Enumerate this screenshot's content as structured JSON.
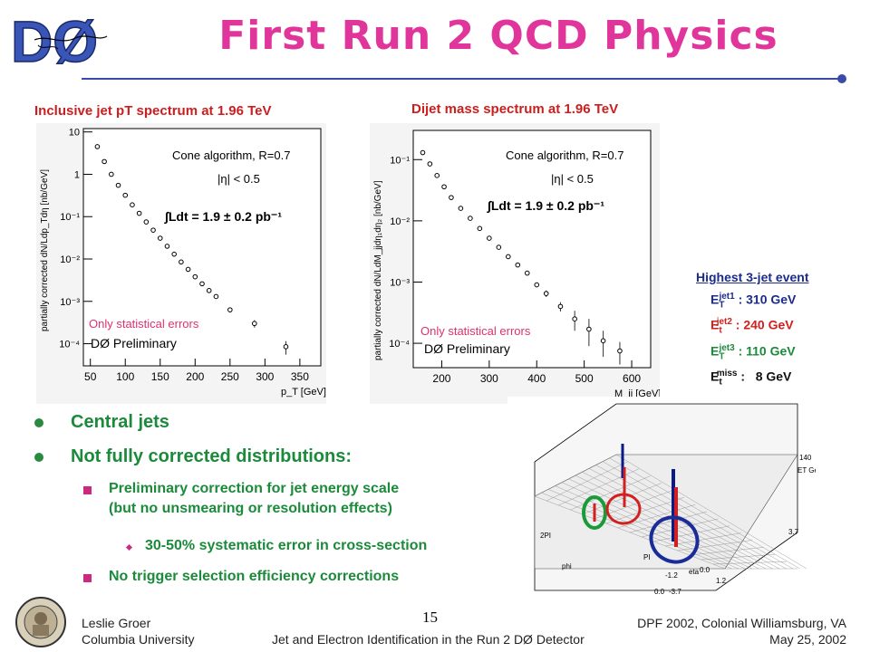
{
  "slide": {
    "title": "First Run 2 QCD Physics",
    "logo_text": "DØ",
    "page_number": "15"
  },
  "plots": [
    {
      "caption": "Inclusive jet pT spectrum at 1.96 TeV",
      "ylabel": "partially corrected  dN/Ldp_Tdη [nb/GeV]",
      "xlabel": "p_T [GeV]",
      "legend": [
        "Cone algorithm, R=0.7",
        "|η| < 0.5"
      ],
      "lumi": "∫Ldt = 1.9 ± 0.2 pb⁻¹",
      "note": "Only statistical errors",
      "preliminary": "DØ Preliminary"
    },
    {
      "caption": "Dijet mass spectrum at 1.96 TeV",
      "ylabel": "partially corrected  dN/LdM_jjdη₁dη₂ [nb/GeV]",
      "xlabel": "M_jj [GeV]",
      "legend": [
        "Cone algorithm, R=0.7",
        "|η| < 0.5"
      ],
      "lumi": "∫Ldt = 1.9 ± 0.2 pb⁻¹",
      "note": "Only statistical errors",
      "preliminary": "DØ Preliminary"
    }
  ],
  "chart_data": [
    {
      "type": "scatter",
      "log_y": true,
      "xlim": [
        40,
        380
      ],
      "ylim": [
        3e-05,
        12
      ],
      "x_ticks": [
        50,
        100,
        150,
        200,
        250,
        300,
        350
      ],
      "y_ticks": [
        {
          "v": 10,
          "label": "10"
        },
        {
          "v": 1,
          "label": "1"
        },
        {
          "v": 0.1,
          "label": "10⁻¹"
        },
        {
          "v": 0.01,
          "label": "10⁻²"
        },
        {
          "v": 0.001,
          "label": "10⁻³"
        },
        {
          "v": 0.0001,
          "label": "10⁻⁴"
        }
      ],
      "x": [
        60,
        70,
        80,
        90,
        100,
        110,
        120,
        130,
        140,
        150,
        160,
        170,
        180,
        190,
        200,
        210,
        220,
        230,
        250,
        285,
        330
      ],
      "y": [
        4.5,
        2.0,
        1.0,
        0.55,
        0.32,
        0.19,
        0.12,
        0.075,
        0.048,
        0.031,
        0.02,
        0.013,
        0.0085,
        0.0057,
        0.0038,
        0.0026,
        0.0018,
        0.0013,
        0.00063,
        0.0003,
        8.5e-05
      ],
      "err": [
        0,
        0,
        0,
        0,
        0,
        0,
        0,
        0,
        0,
        0,
        0,
        0,
        0,
        0,
        0,
        0,
        0,
        0,
        8e-05,
        6e-05,
        3e-05
      ]
    },
    {
      "type": "scatter",
      "log_y": true,
      "xlim": [
        140,
        640
      ],
      "ylim": [
        4e-05,
        0.3
      ],
      "x_ticks": [
        200,
        300,
        400,
        500,
        600
      ],
      "y_ticks": [
        {
          "v": 0.1,
          "label": "10⁻¹"
        },
        {
          "v": 0.01,
          "label": "10⁻²"
        },
        {
          "v": 0.001,
          "label": "10⁻³"
        },
        {
          "v": 0.0001,
          "label": "10⁻⁴"
        }
      ],
      "x": [
        160,
        175,
        190,
        205,
        220,
        240,
        260,
        280,
        300,
        320,
        340,
        360,
        380,
        400,
        420,
        450,
        480,
        510,
        540,
        575
      ],
      "y": [
        0.13,
        0.085,
        0.055,
        0.036,
        0.024,
        0.016,
        0.011,
        0.0075,
        0.0052,
        0.0037,
        0.0026,
        0.0019,
        0.0014,
        0.0009,
        0.00065,
        0.0004,
        0.00025,
        0.00017,
        0.00011,
        7.5e-05
      ],
      "err": [
        0,
        0,
        0,
        0,
        0,
        0,
        0,
        0,
        0,
        0,
        0,
        0,
        0,
        0,
        8e-05,
        7e-05,
        9e-05,
        8e-05,
        5e-05,
        3e-05
      ]
    }
  ],
  "event": {
    "title": "Highest 3-jet event",
    "rows": [
      {
        "label": "E",
        "sub": "T",
        "sup": "jet1",
        "value": ": 310 GeV",
        "color": "#1a2b8a"
      },
      {
        "label": "E",
        "sub": "t",
        "sup": "jet2",
        "value": ": 240 GeV",
        "color": "#d0201e"
      },
      {
        "label": "E",
        "sub": "T",
        "sup": "jet3",
        "value": ": 110 GeV",
        "color": "#1b8a3a"
      },
      {
        "label": "E",
        "sub": "t",
        "sup": "miss",
        "value": ":   8 GeV",
        "color": "#111111"
      }
    ],
    "lego_labels": {
      "et_axis": "ET GeV",
      "et_max": "140",
      "phi_max": "2PI",
      "phi": "phi",
      "pi": "PI",
      "eta": "eta",
      "eta_vals": [
        "3.7",
        "1.2",
        "0.0",
        "-1.2",
        "-3.7"
      ],
      "zero": "0.0"
    }
  },
  "bullets": [
    {
      "level": 1,
      "text": "Central jets"
    },
    {
      "level": 1,
      "text": "Not fully corrected distributions:"
    },
    {
      "level": 2,
      "text": "Preliminary correction for jet energy scale"
    },
    {
      "level": 2,
      "text": "(but no unsmearing or resolution effects)"
    },
    {
      "level": 3,
      "text": "30-50% systematic error in cross-section"
    },
    {
      "level": 2,
      "text": "No trigger selection efficiency corrections"
    }
  ],
  "footer": {
    "author": "Leslie Groer",
    "institution": "Columbia University",
    "talk_title": "Jet and Electron Identification in the Run 2 DØ Detector",
    "conference": "DPF 2002, Colonial Williamsburg, VA",
    "date": "May 25, 2002"
  },
  "colors": {
    "title": "#e0359a",
    "caption": "#cc1e1e",
    "bullet": "#1b8a3a",
    "note": "#e03070",
    "bar": "#3b4aa8"
  }
}
